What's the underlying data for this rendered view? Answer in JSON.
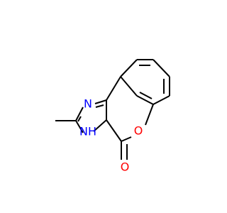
{
  "structure": {
    "atoms": {
      "n_imine": {
        "text": "N",
        "color": "#0000ff"
      },
      "n_amine": {
        "text": "NH",
        "color": "#0000ff"
      },
      "o_ring": {
        "text": "O",
        "color": "#ff0000"
      },
      "o_carbonyl": {
        "text": "O",
        "color": "#ff0000"
      }
    }
  }
}
